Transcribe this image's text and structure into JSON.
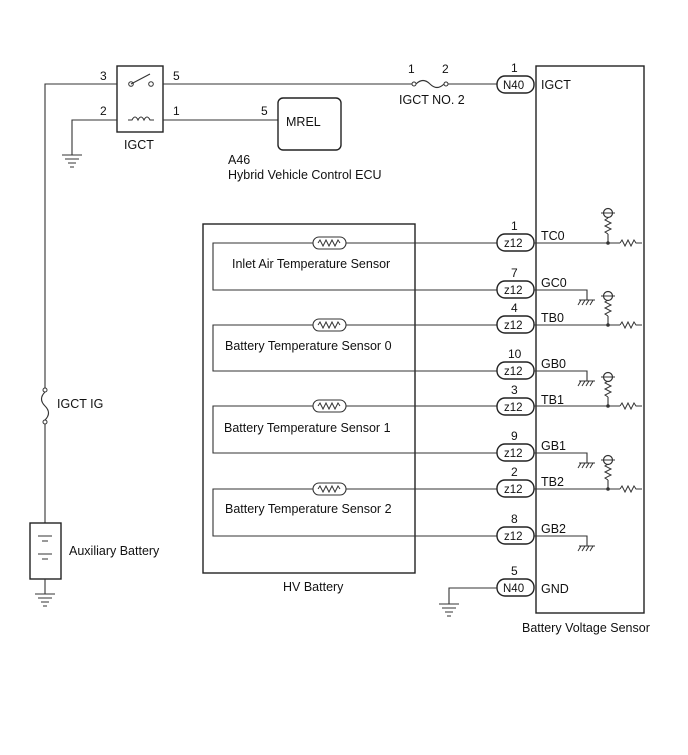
{
  "labels": {
    "igct_relay": "IGCT",
    "mrel": "MREL",
    "ecu_code": "A46",
    "ecu_name": "Hybrid Vehicle Control ECU",
    "fuse_igct_no2": "IGCT NO. 2",
    "fuse_igct_ig": "IGCT IG",
    "aux_battery": "Auxiliary Battery",
    "hv_battery": "HV Battery",
    "bvs": "Battery Voltage Sensor"
  },
  "relay_pins": {
    "p3": "3",
    "p5": "5",
    "p2": "2",
    "p1": "1"
  },
  "mrel_pin": "5",
  "fuse_pins": {
    "p1": "1",
    "p2": "2"
  },
  "sensors": [
    {
      "name": "Inlet Air Temperature Sensor"
    },
    {
      "name": "Battery Temperature Sensor 0"
    },
    {
      "name": "Battery Temperature Sensor 1"
    },
    {
      "name": "Battery Temperature Sensor 2"
    }
  ],
  "connectors": [
    {
      "pin": "1",
      "conn": "N40",
      "terminal": "IGCT"
    },
    {
      "pin": "1",
      "conn": "z12",
      "terminal": "TC0"
    },
    {
      "pin": "7",
      "conn": "z12",
      "terminal": "GC0"
    },
    {
      "pin": "4",
      "conn": "z12",
      "terminal": "TB0"
    },
    {
      "pin": "10",
      "conn": "z12",
      "terminal": "GB0"
    },
    {
      "pin": "3",
      "conn": "z12",
      "terminal": "TB1"
    },
    {
      "pin": "9",
      "conn": "z12",
      "terminal": "GB1"
    },
    {
      "pin": "2",
      "conn": "z12",
      "terminal": "TB2"
    },
    {
      "pin": "8",
      "conn": "z12",
      "terminal": "GB2"
    },
    {
      "pin": "5",
      "conn": "N40",
      "terminal": "GND"
    }
  ],
  "icons": {
    "relay": "relay-switch-icon",
    "coil": "relay-coil-icon",
    "fuse": "fuse-icon",
    "thermistor": "thermistor-icon",
    "ground": "ground-icon",
    "battery": "battery-icon",
    "pullup": "pullup-resistor-icon"
  }
}
